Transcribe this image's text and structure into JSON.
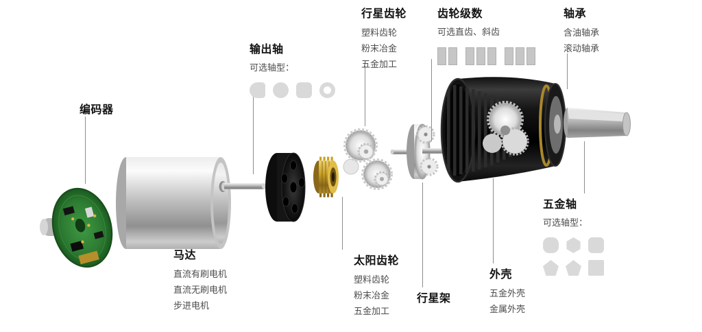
{
  "colors": {
    "background": "#ffffff",
    "title_text": "#111111",
    "body_text": "#4d4d4d",
    "leader_line": "#8c8c8c",
    "option_icon_fill": "#d9d9d9",
    "pcb_green": "#2c7a31",
    "brass_gold": "#c9a227"
  },
  "callouts": {
    "encoder": {
      "title": "编码器"
    },
    "output_shaft": {
      "title": "输出轴",
      "subtitle": "可选轴型：",
      "shape_options": [
        "d-cut",
        "circle",
        "rounded-square",
        "ring"
      ]
    },
    "planetary_gear": {
      "title": "行星齿轮",
      "items": [
        "塑料齿轮",
        "粉末冶金",
        "五金加工"
      ]
    },
    "gear_stages": {
      "title": "齿轮级数",
      "subtitle": "可选直齿、斜齿",
      "stage_groups": [
        2,
        3,
        3
      ]
    },
    "bearing": {
      "title": "轴承",
      "items": [
        "含油轴承",
        "滚动轴承"
      ]
    },
    "motor": {
      "title": "马达",
      "items": [
        "直流有刷电机",
        "直流无刷电机",
        "步进电机"
      ]
    },
    "sun_gear": {
      "title": "太阳齿轮",
      "items": [
        "塑料齿轮",
        "粉末冶金",
        "五金加工"
      ]
    },
    "planet_carrier": {
      "title": "行星架"
    },
    "housing": {
      "title": "外壳",
      "items": [
        "五金外壳",
        "金属外壳"
      ]
    },
    "hardware_shaft": {
      "title": "五金轴",
      "subtitle": "可选轴型：",
      "shape_options": [
        "squircle",
        "hexagon",
        "rounded-square",
        "pentagon",
        "pentagon",
        "square"
      ]
    }
  }
}
